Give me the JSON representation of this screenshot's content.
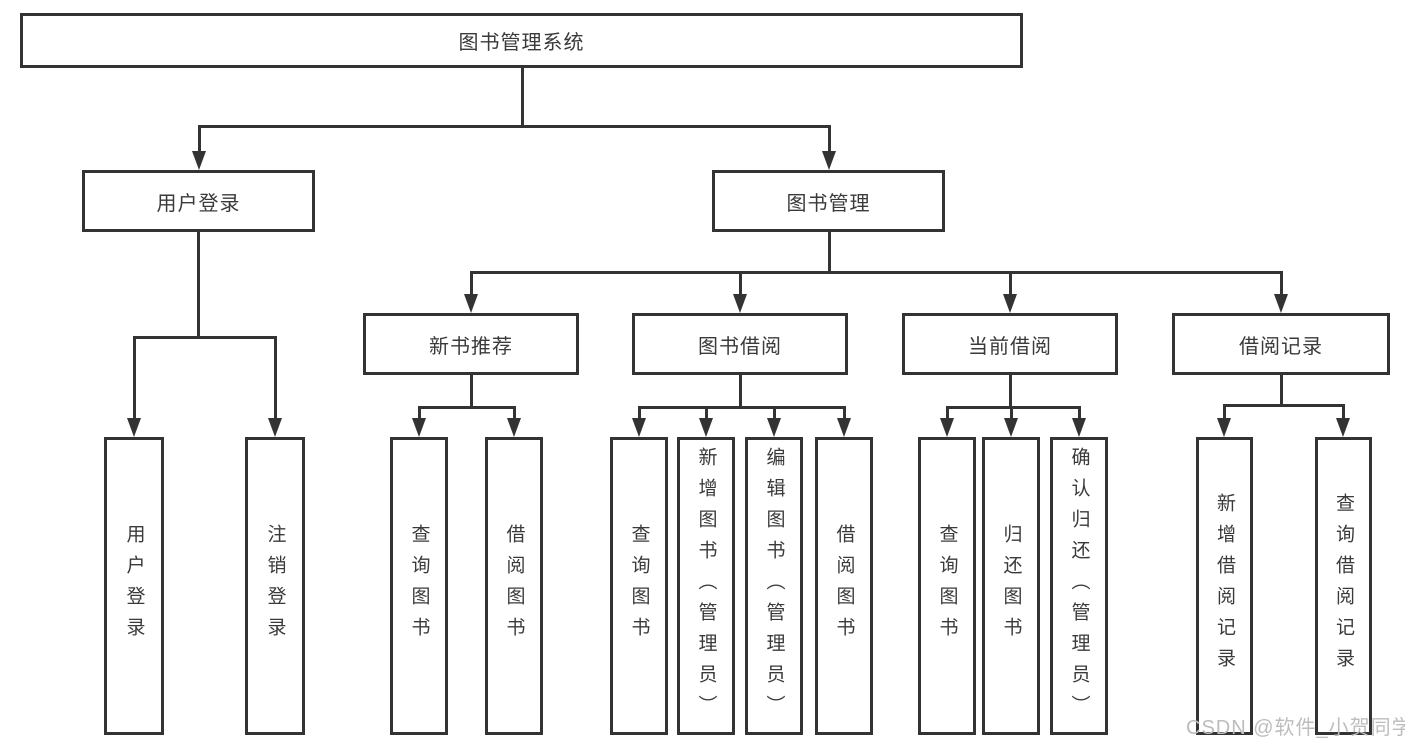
{
  "diagram": {
    "type": "tree-diagram",
    "title": "图书管理系统",
    "watermark": "CSDN @软件_小贺同学",
    "colors": {
      "line": "#333333",
      "box_border": "#333333",
      "box_background": "#ffffff",
      "text": "#3a3a3a",
      "watermark": "#bdbdbd"
    },
    "nodes": [
      {
        "id": "root",
        "label": "图书管理系统",
        "level": 1,
        "parent": null
      },
      {
        "id": "user-login",
        "label": "用户登录",
        "level": 2,
        "parent": "root"
      },
      {
        "id": "book-mgmt",
        "label": "图书管理",
        "level": 2,
        "parent": "root"
      },
      {
        "id": "new-book-rec",
        "label": "新书推荐",
        "level": 3,
        "parent": "book-mgmt"
      },
      {
        "id": "book-borrow",
        "label": "图书借阅",
        "level": 3,
        "parent": "book-mgmt"
      },
      {
        "id": "current-borrow",
        "label": "当前借阅",
        "level": 3,
        "parent": "book-mgmt"
      },
      {
        "id": "borrow-records",
        "label": "借阅记录",
        "level": 3,
        "parent": "book-mgmt"
      },
      {
        "id": "leaf-user-login",
        "label": "用户登录",
        "level": 4,
        "parent": "user-login"
      },
      {
        "id": "leaf-logout",
        "label": "注销登录",
        "level": 4,
        "parent": "user-login"
      },
      {
        "id": "leaf-query-book-1",
        "label": "查询图书",
        "level": 4,
        "parent": "new-book-rec"
      },
      {
        "id": "leaf-borrow-book-1",
        "label": "借阅图书",
        "level": 4,
        "parent": "new-book-rec"
      },
      {
        "id": "leaf-query-book-2",
        "label": "查询图书",
        "level": 4,
        "parent": "book-borrow"
      },
      {
        "id": "leaf-add-book",
        "label": "新增图书（管理员）",
        "level": 4,
        "parent": "book-borrow"
      },
      {
        "id": "leaf-edit-book",
        "label": "编辑图书（管理员）",
        "level": 4,
        "parent": "book-borrow"
      },
      {
        "id": "leaf-borrow-book-2",
        "label": "借阅图书",
        "level": 4,
        "parent": "book-borrow"
      },
      {
        "id": "leaf-query-book-3",
        "label": "查询图书",
        "level": 4,
        "parent": "current-borrow"
      },
      {
        "id": "leaf-return-book",
        "label": "归还图书",
        "level": 4,
        "parent": "current-borrow"
      },
      {
        "id": "leaf-confirm-return",
        "label": "确认归还（管理员）",
        "level": 4,
        "parent": "current-borrow"
      },
      {
        "id": "leaf-add-record",
        "label": "新增借阅记录",
        "level": 4,
        "parent": "borrow-records"
      },
      {
        "id": "leaf-query-record",
        "label": "查询借阅记录",
        "level": 4,
        "parent": "borrow-records"
      }
    ]
  }
}
